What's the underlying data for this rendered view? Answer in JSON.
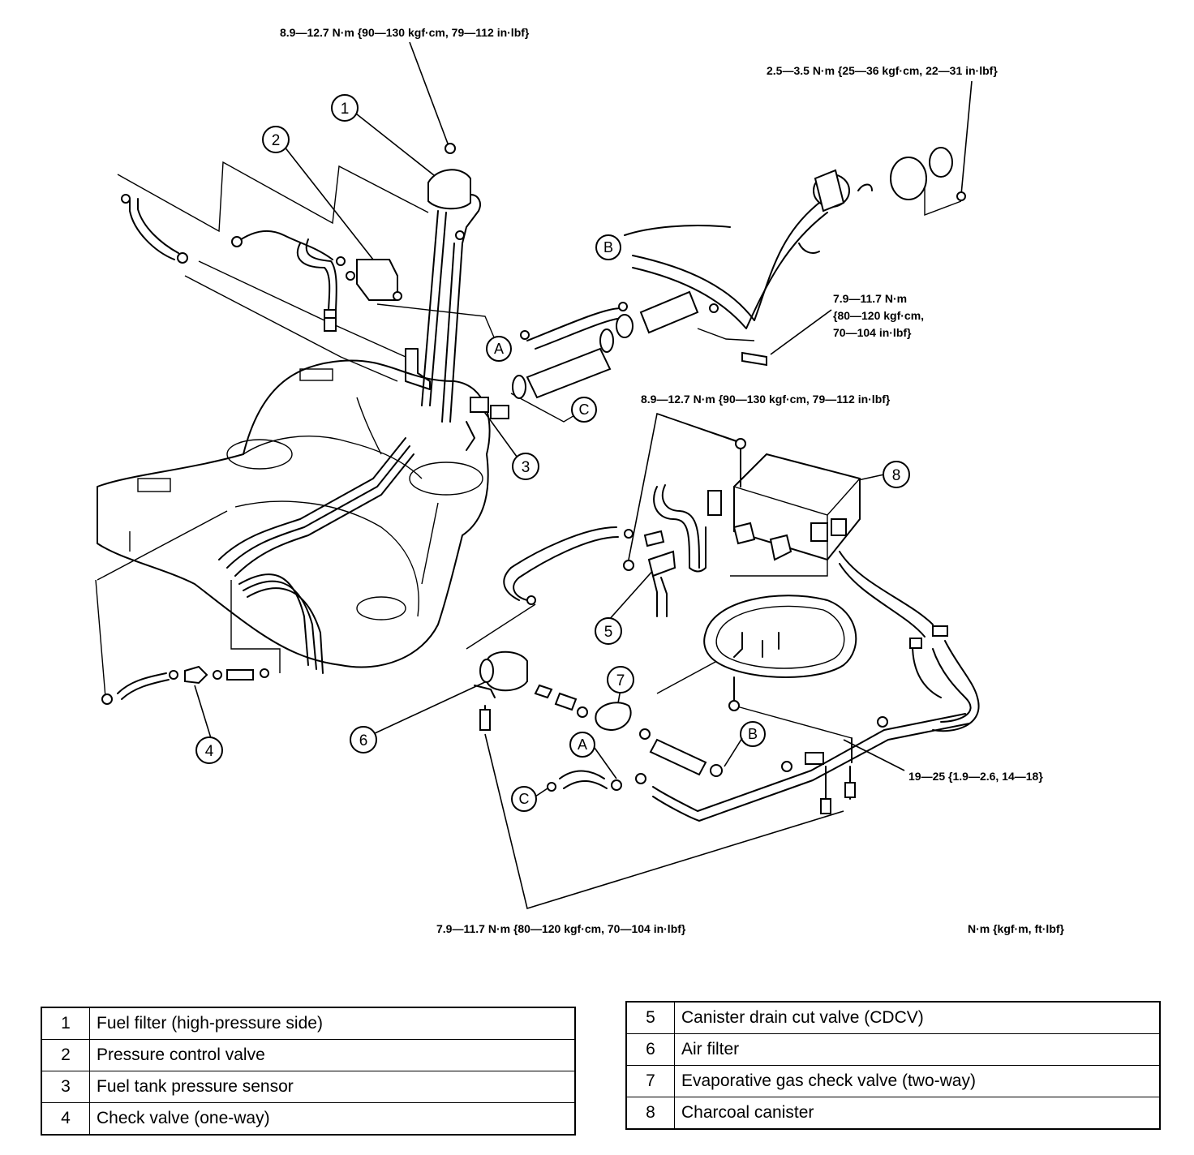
{
  "torque_labels": {
    "t1": "8.9—12.7 N·m {90—130 kgf·cm, 79—112 in·lbf}",
    "t2": "2.5—3.5 N·m {25—36 kgf·cm, 22—31 in·lbf}",
    "t3_line1": "7.9—11.7 N·m",
    "t3_line2": "{80—120 kgf·cm,",
    "t3_line3": "70—104 in·lbf}",
    "t4": "8.9—12.7 N·m {90—130 kgf·cm, 79—112 in·lbf}",
    "t5": "19—25 {1.9—2.6, 14—18}",
    "t6": "7.9—11.7 N·m {80—120 kgf·cm, 70—104 in·lbf}",
    "units": "N·m {kgf·m, ft·lbf}"
  },
  "callouts": [
    "1",
    "2",
    "3",
    "4",
    "5",
    "6",
    "7",
    "8"
  ],
  "refs": {
    "A": "A",
    "B": "B",
    "C": "C"
  },
  "legend_left": [
    {
      "num": "1",
      "label": "Fuel filter (high-pressure side)"
    },
    {
      "num": "2",
      "label": "Pressure control valve"
    },
    {
      "num": "3",
      "label": "Fuel tank pressure sensor"
    },
    {
      "num": "4",
      "label": "Check valve (one-way)"
    }
  ],
  "legend_right": [
    {
      "num": "5",
      "label": "Canister drain cut valve (CDCV)"
    },
    {
      "num": "6",
      "label": "Air filter"
    },
    {
      "num": "7",
      "label": "Evaporative gas check valve (two-way)"
    },
    {
      "num": "8",
      "label": "Charcoal canister"
    }
  ]
}
